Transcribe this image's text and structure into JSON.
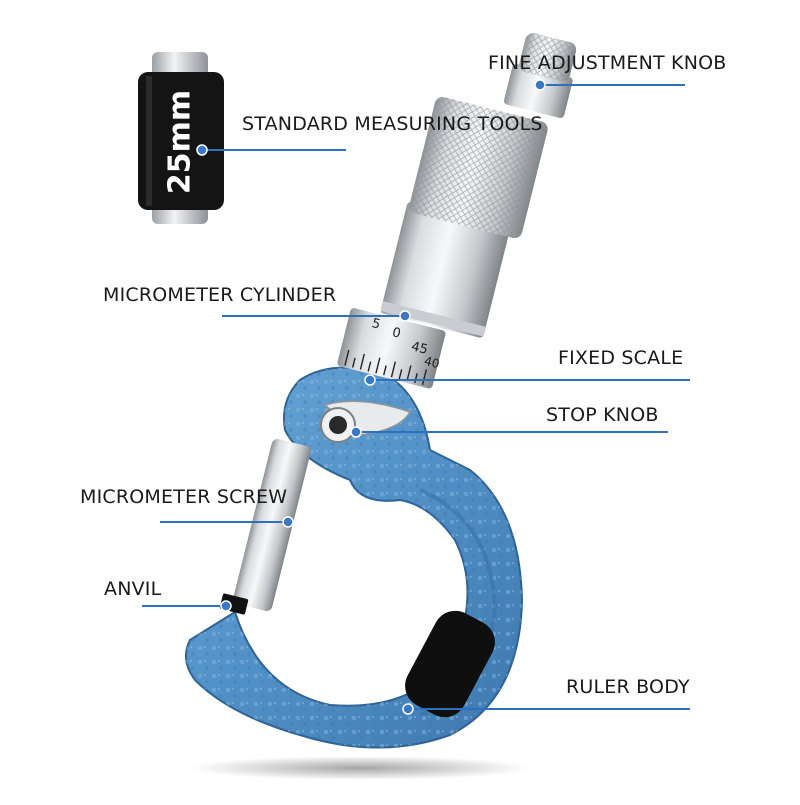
{
  "labels": {
    "fine_adjustment_knob": "FINE ADJUSTMENT KNOB",
    "standard_measuring_tools": "STANDARD MEASURING TOOLS",
    "micrometer_cylinder": "MICROMETER CYLINDER",
    "fixed_scale": "FIXED SCALE",
    "stop_knob": "STOP KNOB",
    "micrometer_screw": "MICROMETER SCREW",
    "anvil": "ANVIL",
    "ruler_body": "RULER BODY"
  },
  "gauge_block_text": "25mm",
  "thimble_scale": [
    "5",
    "0",
    "45",
    "40"
  ],
  "colors": {
    "accent": "#2f6fbf",
    "frame_blue": "#5b97c9",
    "dot_blue": "#3b78c4",
    "leader_line": "#2f6fbf"
  },
  "icons": [
    "micrometer-illustration",
    "gauge-block-illustration"
  ]
}
